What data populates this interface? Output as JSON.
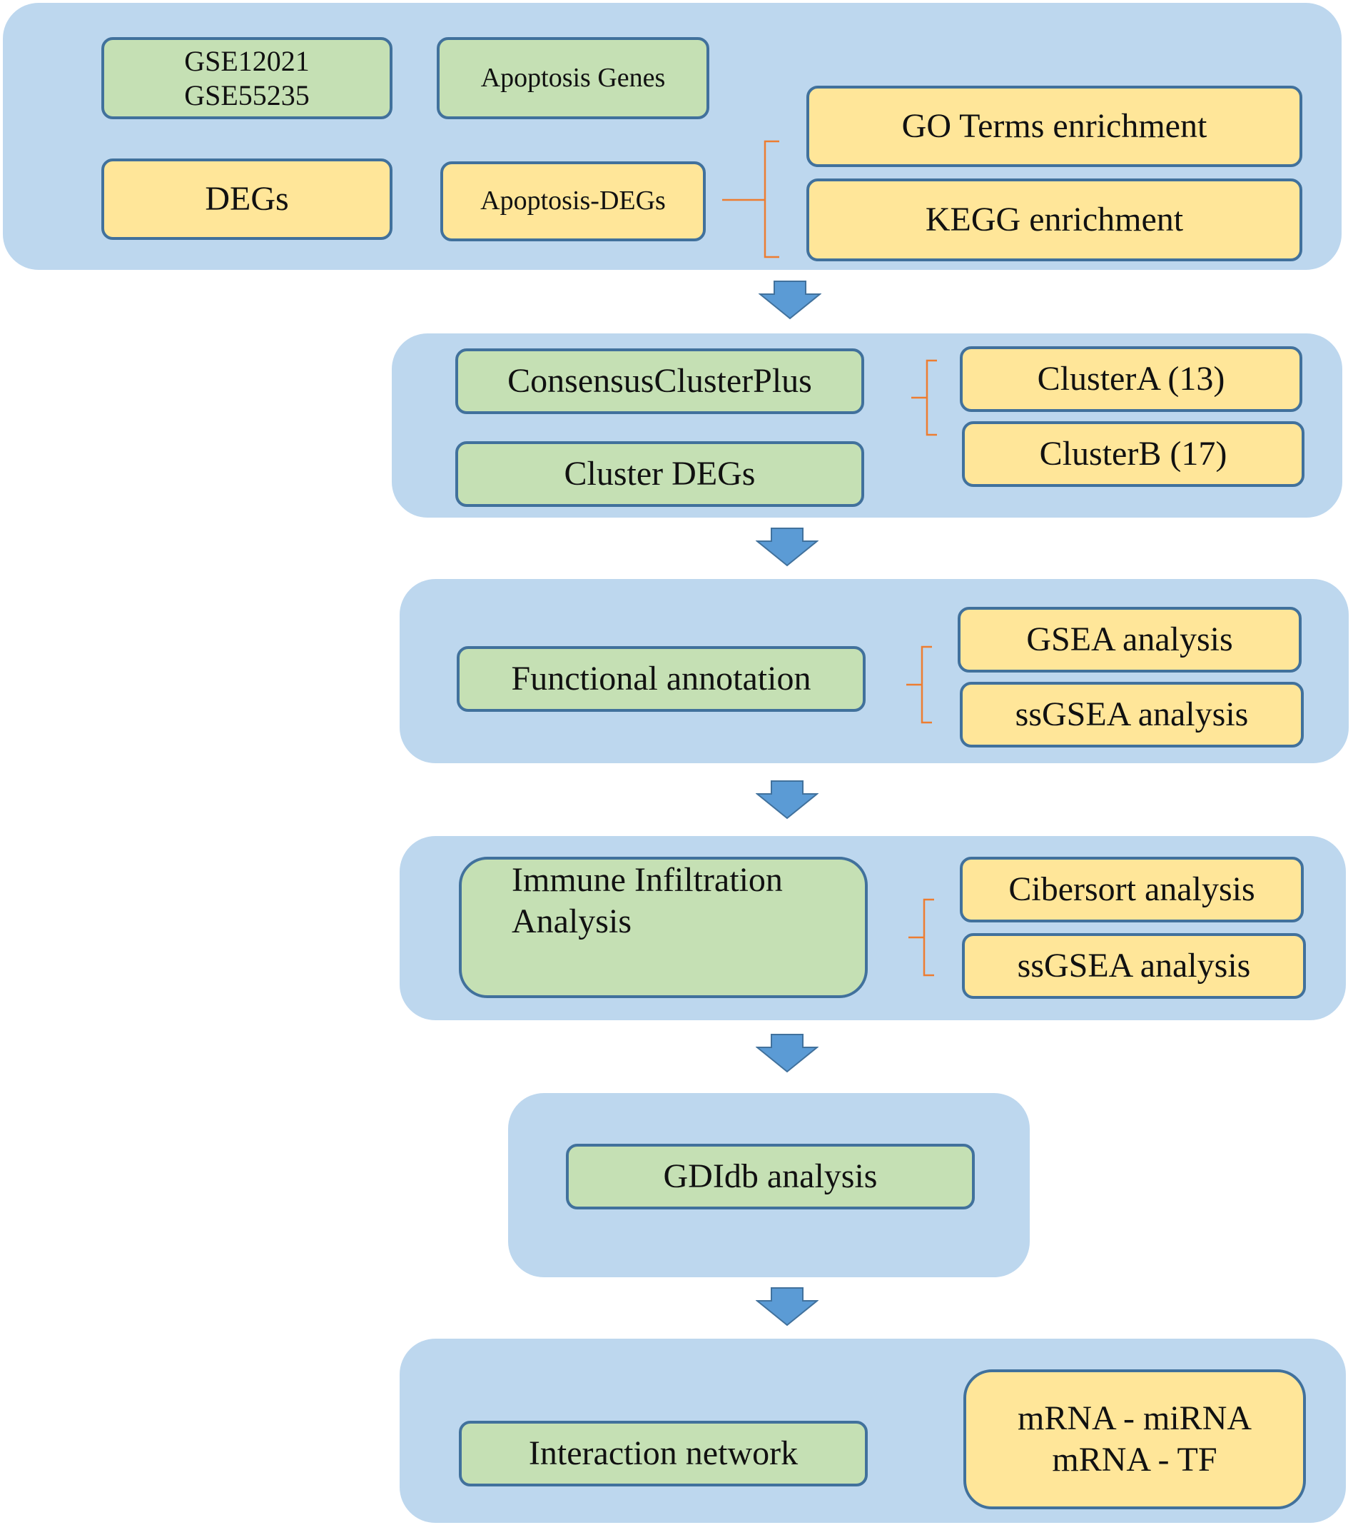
{
  "stage1": {
    "datasets": [
      "GSE12021",
      "GSE55235"
    ],
    "apoptosis_genes": "Apoptosis Genes",
    "degs": "DEGs",
    "apoptosis_degs": "Apoptosis-DEGs",
    "go_enrichment": "GO Terms enrichment",
    "kegg_enrichment": "KEGG enrichment"
  },
  "stage2": {
    "consensus": "ConsensusClusterPlus",
    "cluster_degs": "Cluster DEGs",
    "cluster_a": "ClusterA (13)",
    "cluster_b": "ClusterB (17)"
  },
  "stage3": {
    "functional": "Functional annotation",
    "gsea": "GSEA analysis",
    "ssgsea": "ssGSEA analysis"
  },
  "stage4": {
    "immune_line1": "Immune Infiltration",
    "immune_line2": "Analysis",
    "cibersort": "Cibersort analysis",
    "ssgsea": "ssGSEA analysis"
  },
  "stage5": {
    "gdidb": "GDIdb analysis"
  },
  "stage6": {
    "network": "Interaction network",
    "mirna": "mRNA - miRNA",
    "tf": "mRNA - TF"
  },
  "colors": {
    "panel": "#bdd7ee",
    "green_box": "#c5e0b4",
    "yellow_box": "#ffe699",
    "box_border": "#41719c",
    "brace": "#ed7d31",
    "arrow": "#5b9bd5"
  }
}
